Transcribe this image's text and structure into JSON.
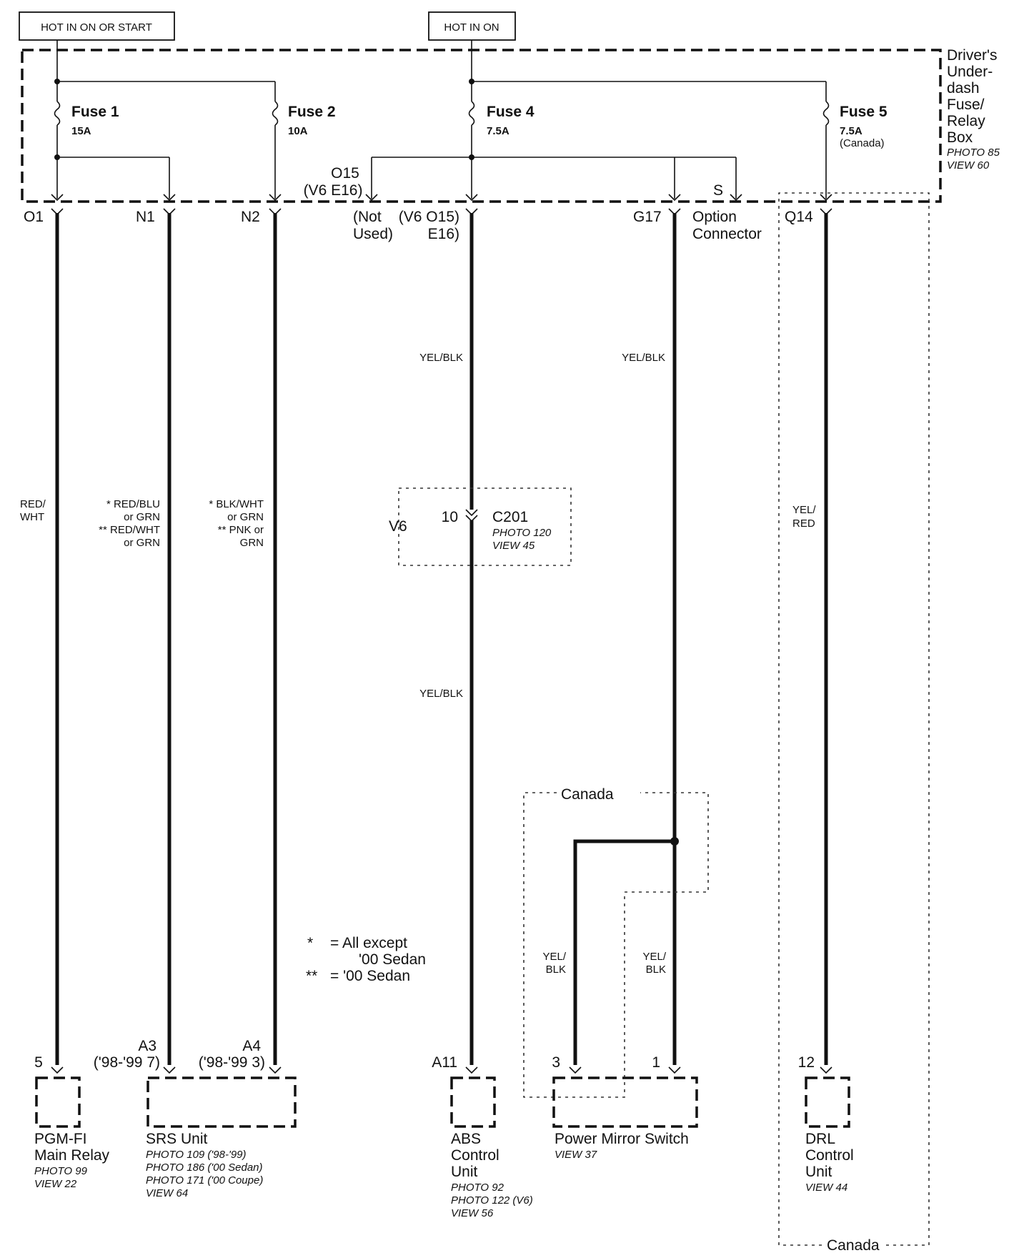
{
  "sources": {
    "hot_in_on_or_start": "HOT IN ON OR START",
    "hot_in_on": "HOT IN ON"
  },
  "fuse_box": {
    "title_lines": [
      "Driver's",
      "Under-",
      "dash",
      "Fuse/",
      "Relay",
      "Box"
    ],
    "photo": "PHOTO 85",
    "view": "VIEW 60"
  },
  "fuses": [
    {
      "name": "Fuse 1",
      "rating": "15A"
    },
    {
      "name": "Fuse 2",
      "rating": "10A"
    },
    {
      "name": "Fuse 4",
      "rating": "7.5A"
    },
    {
      "name": "Fuse 5",
      "rating": "7.5A",
      "note": "(Canada)"
    }
  ],
  "terminals": {
    "o1": "O1",
    "n1": "N1",
    "n2": "N2",
    "o15_top": "O15",
    "o15_top_sub": "(V6 E16)",
    "not_used_1": "(Not",
    "not_used_2": "Used)",
    "o15_mid_1": "(V6 O15)",
    "o15_mid_2": "E16)",
    "g17": "G17",
    "s": "S",
    "option_1": "Option",
    "option_2": "Connector",
    "q14": "Q14"
  },
  "wire_colors": {
    "o1_line1": "RED/",
    "o1_line2": "WHT",
    "n1_line1": "* RED/BLU",
    "n1_line2": "or GRN",
    "n1_line3": "** RED/WHT",
    "n1_line4": "or GRN",
    "n2_line1": "* BLK/WHT",
    "n2_line2": "or GRN",
    "n2_line3": "** PNK or",
    "n2_line4": "GRN",
    "abs_upper": "YEL/BLK",
    "abs_lower": "YEL/BLK",
    "mirror_upper": "YEL/BLK",
    "drl_line1": "YEL/",
    "drl_line2": "RED",
    "mirror3_line1": "YEL/",
    "mirror3_line2": "BLK",
    "mirror1_line1": "YEL/",
    "mirror1_line2": "BLK"
  },
  "connector_c201": {
    "region": "V6",
    "pin": "10",
    "name": "C201",
    "photo": "PHOTO 120",
    "view": "VIEW 45"
  },
  "legend": {
    "star1": "*",
    "star1_text1": "= All except",
    "star1_text2": "'00 Sedan",
    "star2": "**",
    "star2_text": "= '00 Sedan"
  },
  "region_labels": {
    "canada_mirror": "Canada",
    "canada_drl": "Canada"
  },
  "components": {
    "pgm": {
      "pin": "5",
      "name_lines": [
        "PGM-FI",
        "Main Relay"
      ],
      "refs": [
        "PHOTO 99",
        "VIEW 22"
      ]
    },
    "srs": {
      "pin_a3": "A3",
      "pin_a3_note": "('98-'99 7)",
      "pin_a4": "A4",
      "pin_a4_note": "('98-'99 3)",
      "name": "SRS Unit",
      "refs": [
        "PHOTO 109 ('98-'99)",
        "PHOTO 186 ('00 Sedan)",
        "PHOTO 171 ('00 Coupe)",
        "VIEW 64"
      ]
    },
    "abs": {
      "pin": "A11",
      "name_lines": [
        "ABS",
        "Control",
        "Unit"
      ],
      "refs": [
        "PHOTO 92",
        "PHOTO 122 (V6)",
        "VIEW 56"
      ]
    },
    "mirror": {
      "pin_3": "3",
      "pin_1": "1",
      "name": "Power Mirror Switch",
      "refs": [
        "VIEW 37"
      ]
    },
    "drl": {
      "pin": "12",
      "name_lines": [
        "DRL",
        "Control",
        "Unit"
      ],
      "refs": [
        "VIEW 44"
      ]
    }
  }
}
